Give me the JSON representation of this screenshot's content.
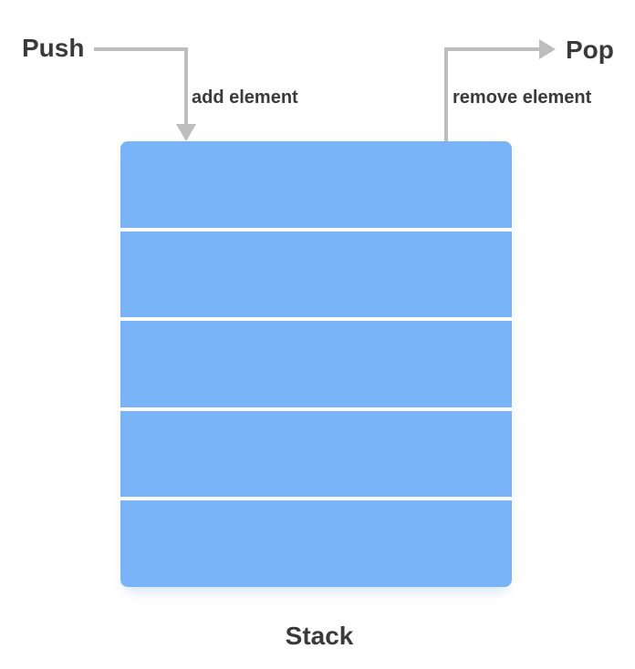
{
  "labels": {
    "push": "Push",
    "pop": "Pop",
    "add": "add element",
    "remove": "remove element",
    "stack": "Stack"
  },
  "stack": {
    "slot_count": 5
  },
  "colors": {
    "slot": "#7ab4f8",
    "arrow": "#bdbdbd",
    "text": "#3a3a3a"
  }
}
